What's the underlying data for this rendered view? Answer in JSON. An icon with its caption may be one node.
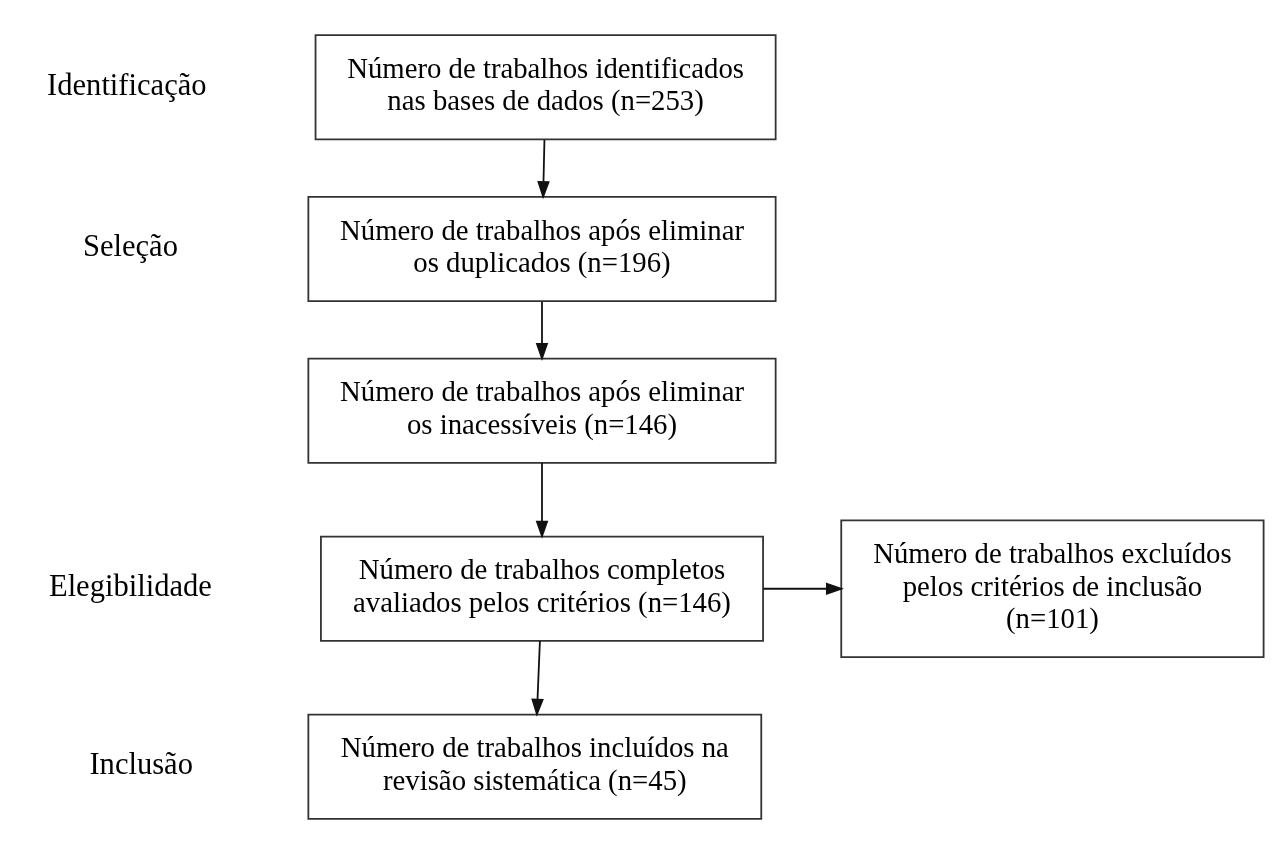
{
  "diagram": {
    "nodes": [
      {
        "text": [
          "Número de trabalhos identificados nas bases de dados (n=253)"
        ]
      },
      {
        "text": [
          "Número de trabalhos após eliminar os duplicados (n=196)"
        ]
      },
      {
        "text": [
          "Número de trabalhos após eliminar os inacessíveis (n=146)"
        ]
      },
      {
        "text": [
          "Número de trabalhos completos avaliados pelos critérios (n=146)"
        ]
      },
      {
        "text": [
          "Número de trabalhos excluídos pelos critérios de inclusão (n=101)"
        ]
      },
      {
        "text": [
          "Número de trabalhos incluídos na revisão sistemática (n=45)"
        ]
      }
    ],
    "edges": [
      {
        "from": 0,
        "to": 1,
        "arrow": "to"
      },
      {
        "from": 1,
        "to": 2,
        "arrow": "to"
      },
      {
        "from": 2,
        "to": 3,
        "arrow": "to"
      },
      {
        "from": 3,
        "to": 4,
        "arrow": "to"
      },
      {
        "from": 3,
        "to": 5,
        "arrow": "to"
      }
    ],
    "labels": [
      "Identificação",
      "Seleção",
      "Elegibilidade",
      "Inclusão"
    ]
  }
}
